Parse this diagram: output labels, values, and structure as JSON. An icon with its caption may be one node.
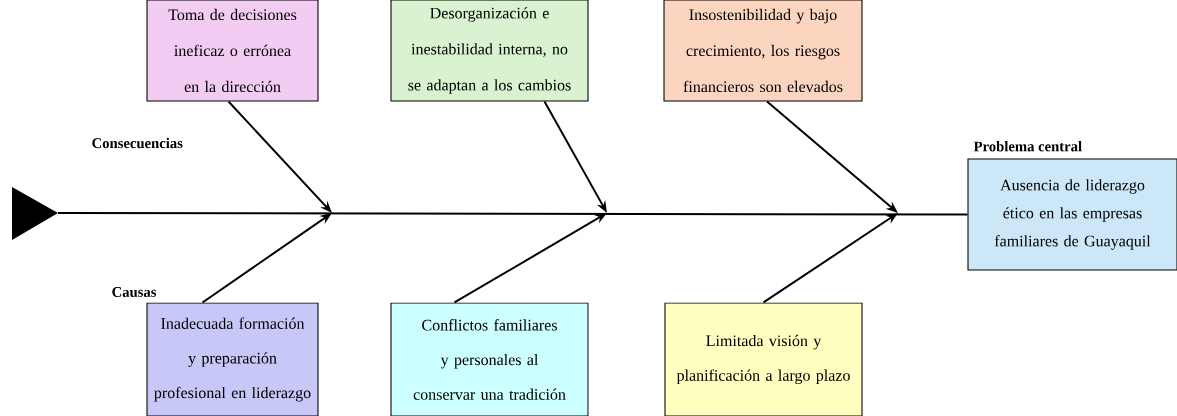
{
  "diagram": {
    "nodes": [
      {
        "text": [
          "Toma de decisiones ineficaz o errónea en la dirección"
        ]
      },
      {
        "text": [
          "Desorganización e inestabilidad interna, no se adaptan a los cambios"
        ]
      },
      {
        "text": [
          "Insostenibilidad y bajo crecimiento, los riesgos financieros son elevados"
        ]
      },
      {
        "text": [
          "Problema central",
          "Ausencia de liderazgo ético en las empresas familiares de Guayaquil"
        ]
      },
      {
        "text": [
          "Inadecuada formación y preparación profesional en liderazgo"
        ]
      },
      {
        "text": [
          "Conflictos familiares y personales al conservar una tradición"
        ]
      },
      {
        "text": [
          "Limitada visión y planificación a largo plazo"
        ]
      }
    ],
    "edges": [
      {
        "from": 0,
        "to": null,
        "arrow": "to"
      },
      {
        "from": 1,
        "to": null,
        "arrow": "to"
      },
      {
        "from": 2,
        "to": null,
        "arrow": "to"
      },
      {
        "from": 4,
        "to": null,
        "arrow": "to"
      },
      {
        "from": 5,
        "to": null,
        "arrow": "to"
      },
      {
        "from": 6,
        "to": null,
        "arrow": "to"
      },
      {
        "from": null,
        "to": 3,
        "arrow": "other"
      }
    ],
    "labels": [
      "Consecuencias",
      "Causas"
    ]
  }
}
